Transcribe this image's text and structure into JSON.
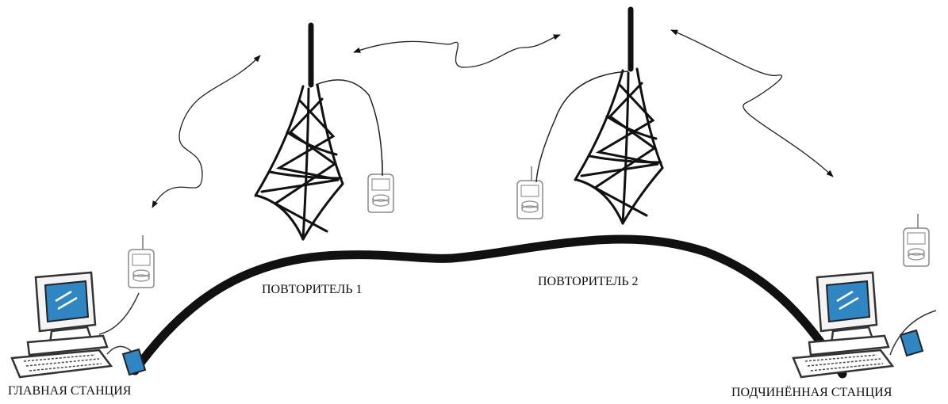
{
  "labels": {
    "main_station": "ГЛАВНАЯ СТАНЦИЯ",
    "repeater_1": "ПОВТОРИТЕЛЬ 1",
    "repeater_2": "ПОВТОРИТЕЛЬ 2",
    "slave_station": "ПОДЧИНЁННАЯ СТАНЦИЯ"
  },
  "colors": {
    "terrain": "#111111",
    "screen": "#2f86c3",
    "radio_link": "#222222"
  },
  "icons": [
    "tower-icon",
    "radio-modem-icon",
    "computer-icon",
    "mouse-icon",
    "keyboard-icon",
    "radio-link-arrow"
  ]
}
